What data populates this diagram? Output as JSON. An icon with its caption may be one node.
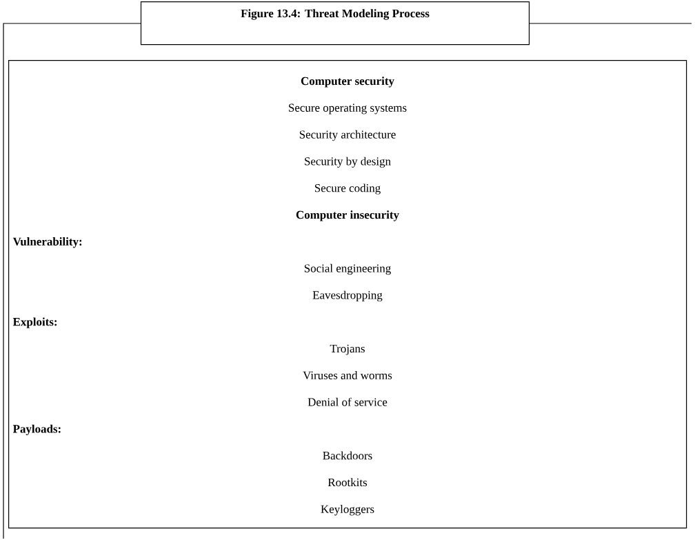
{
  "diagram": {
    "title": "Figure 13.4: Threat Modeling Process",
    "nodes": [
      {
        "text": [
          "Computer security",
          "Secure operating systems",
          "Security architecture",
          "Security by design",
          "Secure coding",
          "Computer insecurity",
          "Vulnerability:",
          "Social engineering",
          "Eavesdropping",
          "Exploits:",
          "Trojans",
          "Viruses and worms",
          "Denial of service",
          "Payloads:",
          "Backdoors",
          "Rootkits",
          "Keyloggers"
        ]
      }
    ]
  }
}
